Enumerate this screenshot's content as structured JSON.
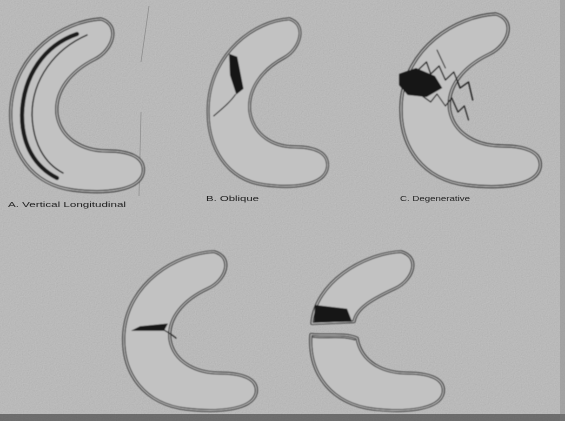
{
  "figure": {
    "labels": {
      "a": "A. Vertical Longitudinal",
      "b": "B. Oblique",
      "c": "C. Degenerative"
    },
    "colors": {
      "background": "#b9b9b9",
      "ink": "#1c1c1c"
    }
  }
}
